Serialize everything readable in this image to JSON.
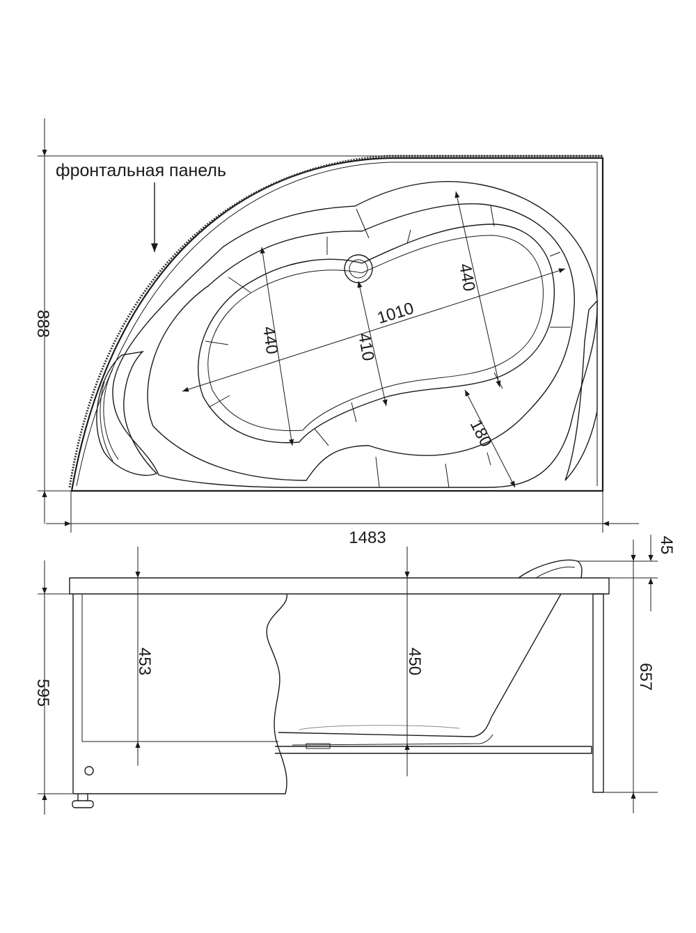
{
  "top_view": {
    "label": "фронтальная панель",
    "dims": {
      "width": "1483",
      "depth": "888",
      "length_inner": "1010",
      "left_width": "440",
      "right_width": "440",
      "middle_width": "410",
      "seat": "180"
    }
  },
  "side_view": {
    "dims": {
      "rim_thickness": "45",
      "total_height": "657",
      "body_height": "595",
      "depth_left": "453",
      "depth_center": "450"
    }
  }
}
